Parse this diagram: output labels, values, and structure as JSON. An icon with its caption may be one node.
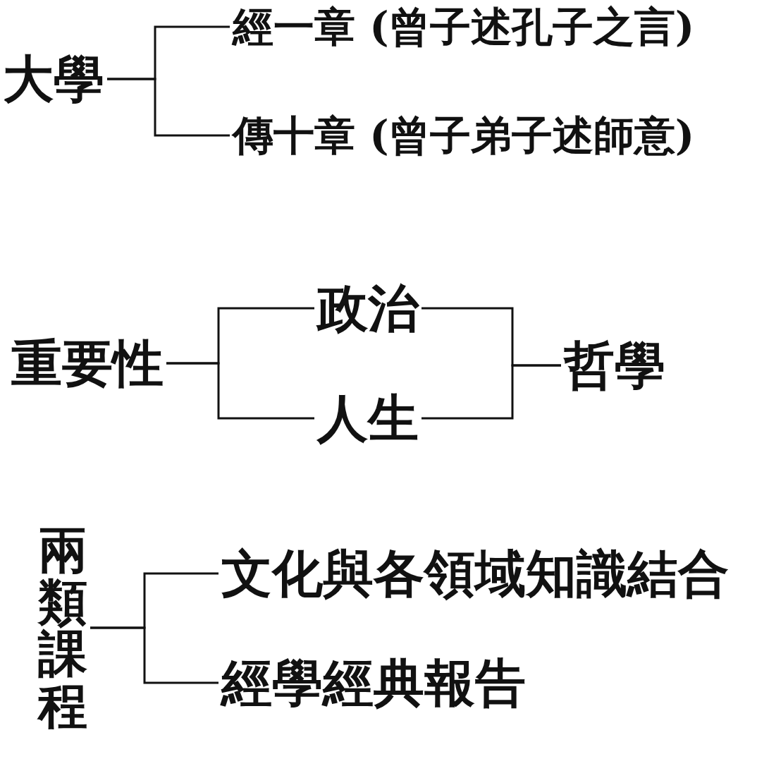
{
  "diagram": {
    "nodes": [
      {
        "text": [
          "大學"
        ]
      },
      {
        "text": [
          "經一章 (曾子述孔子之言)"
        ]
      },
      {
        "text": [
          "傳十章 (曾子弟子述師意)"
        ]
      },
      {
        "text": [
          "重要性"
        ]
      },
      {
        "text": [
          "政治"
        ]
      },
      {
        "text": [
          "人生"
        ]
      },
      {
        "text": [
          "哲學"
        ]
      },
      {
        "text": [
          "兩類課程"
        ]
      },
      {
        "text": [
          "文化與各領域知識結合"
        ]
      },
      {
        "text": [
          "經學經典報告"
        ]
      }
    ],
    "edges": [
      {
        "from": 0,
        "to": 1,
        "arrow": "none"
      },
      {
        "from": 0,
        "to": 2,
        "arrow": "none"
      },
      {
        "from": 3,
        "to": 4,
        "arrow": "none"
      },
      {
        "from": 3,
        "to": 5,
        "arrow": "none"
      },
      {
        "from": 4,
        "to": 6,
        "arrow": "none"
      },
      {
        "from": 5,
        "to": 6,
        "arrow": "none"
      },
      {
        "from": 7,
        "to": 8,
        "arrow": "none"
      },
      {
        "from": 7,
        "to": 9,
        "arrow": "none"
      }
    ]
  }
}
